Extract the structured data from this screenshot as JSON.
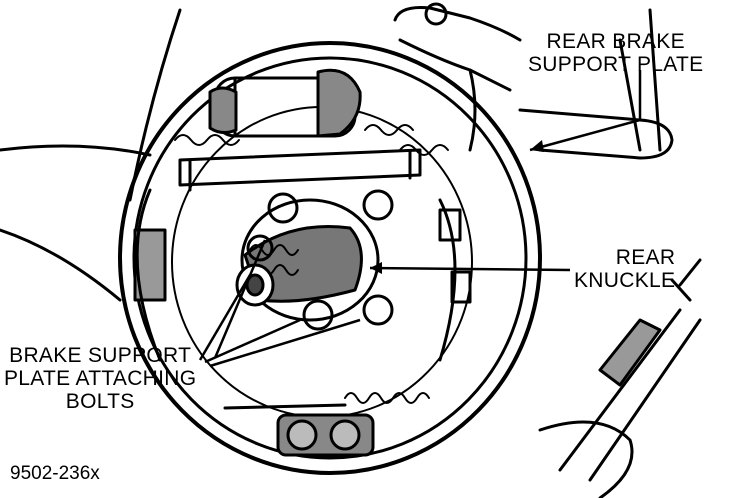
{
  "labels": {
    "support_plate": [
      "REAR BRAKE",
      "SUPPORT PLATE"
    ],
    "knuckle": [
      "REAR",
      "KNUCKLE"
    ],
    "bolts": [
      "BRAKE SUPPORT",
      "PLATE ATTACHING",
      "BOLTS"
    ]
  },
  "figure_code": "9502-236x",
  "colors": {
    "ink": "#000000",
    "paper": "#ffffff"
  }
}
